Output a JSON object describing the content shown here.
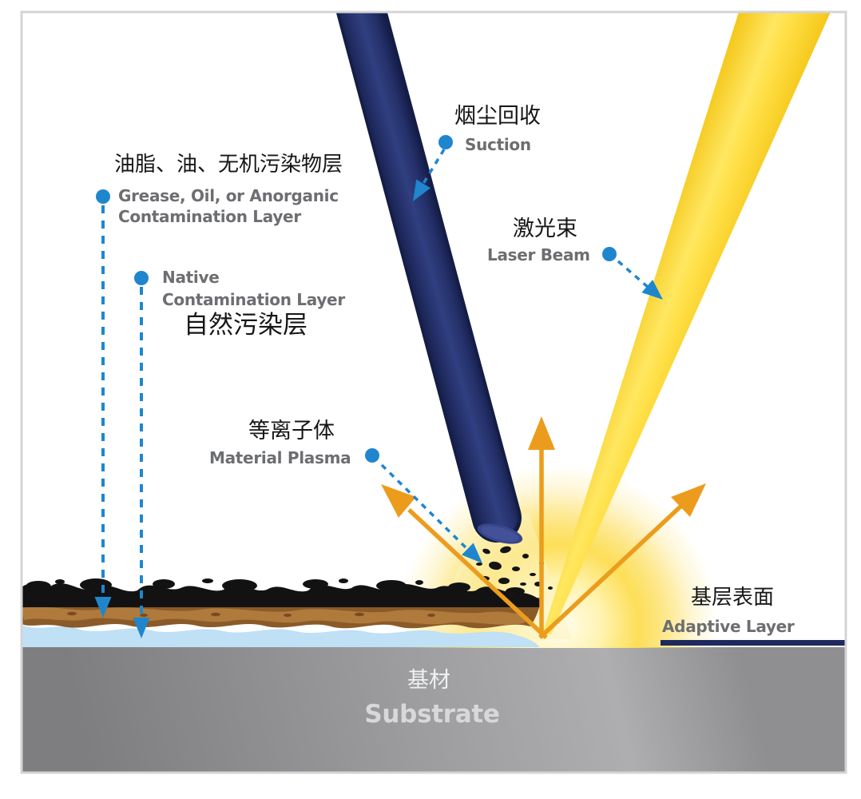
{
  "diagram": {
    "title_semantic": "laser-cleaning-process-diagram",
    "labels": {
      "grease_zh": "油脂、油、无机污染物层",
      "grease_en_line1": "Grease, Oil, or Anorganic",
      "grease_en_line2": "Contamination Layer",
      "native_en_line1": "Native",
      "native_en_line2": "Contamination Layer",
      "native_zh": "自然污染层",
      "suction_zh": "烟尘回收",
      "suction_en": "Suction",
      "laser_zh": "激光束",
      "laser_en": "Laser Beam",
      "plasma_zh": "等离子体",
      "plasma_en": "Material Plasma",
      "adaptive_zh": "基层表面",
      "adaptive_en": "Adaptive Layer",
      "substrate_zh": "基材",
      "substrate_en": "Substrate"
    },
    "colors": {
      "callout_blue": "#1f86ce",
      "beam_yellow": "#f4c412",
      "beam_highlight": "#ffe761",
      "arrow_orange": "#ec9c1d",
      "tube_navy": "#25316b",
      "adaptive_bar_navy": "#1e2a5e",
      "layer_black": "#121212",
      "layer_brown": "#8a5a28",
      "layer_tan": "#b5803f",
      "layer_blue": "#bfe0f5",
      "substrate_gray": "#9d9da0",
      "label_gray": "#6d6e71",
      "label_black": "#161616",
      "frame_gray": "#d4d4d6"
    }
  }
}
